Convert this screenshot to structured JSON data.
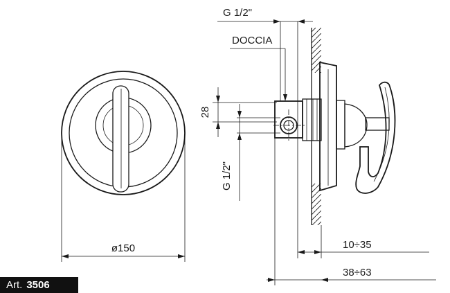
{
  "labels": {
    "inlet_thread": "G 1/2\"",
    "shower_outlet": "DOCCIA",
    "body_height": "28",
    "outlet_thread": "G 1/2\"",
    "plate_diameter": "ø150",
    "wall_depth": "10÷35",
    "total_depth": "38÷63"
  },
  "article": {
    "prefix": "Art.",
    "number": "3506"
  },
  "colors": {
    "line": "#1a1a1a",
    "badge_bg": "#111111",
    "badge_text": "#ffffff"
  }
}
